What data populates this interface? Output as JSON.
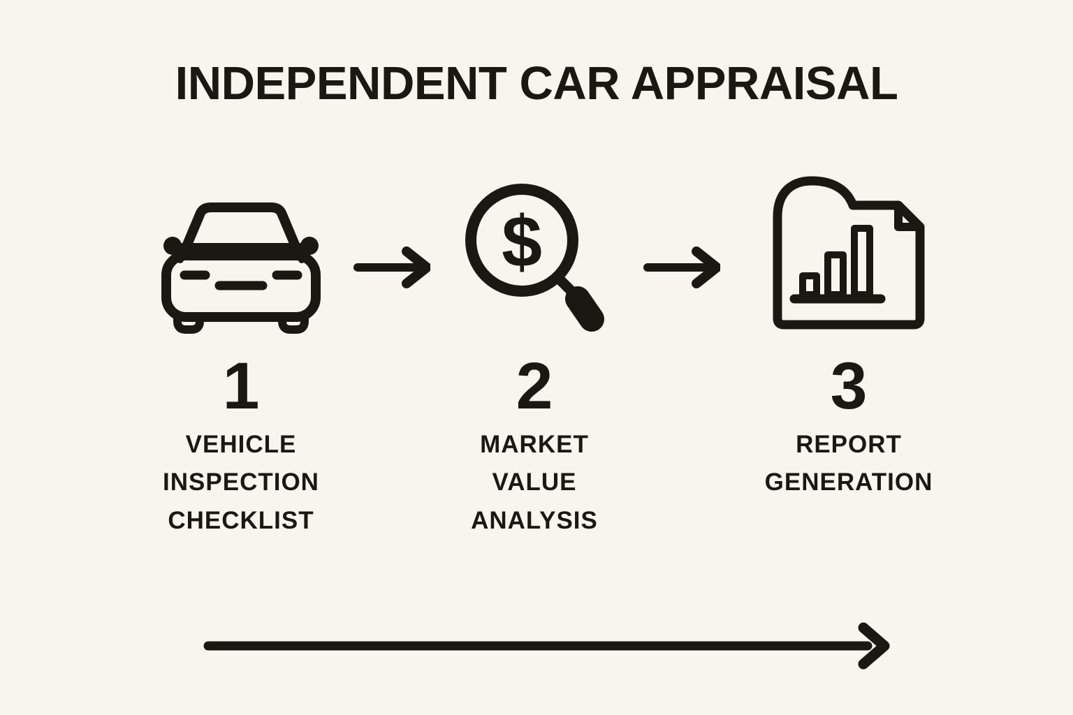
{
  "title": "INDEPENDENT CAR APPRAISAL",
  "colors": {
    "background": "#f8f5ef",
    "ink": "#1b1712"
  },
  "steps": [
    {
      "number": "1",
      "label": "VEHICLE\nINSPECTION\nCHECKLIST",
      "icon": "car-icon"
    },
    {
      "number": "2",
      "label": "MARKET\nVALUE\nANALYSIS",
      "icon": "dollar-magnifier-icon",
      "icon_symbol": "$"
    },
    {
      "number": "3",
      "label": "REPORT\nGENERATION",
      "icon": "report-document-icon"
    }
  ],
  "connectors": {
    "between_steps": "right-arrow",
    "bottom_flow": "right-arrow"
  }
}
